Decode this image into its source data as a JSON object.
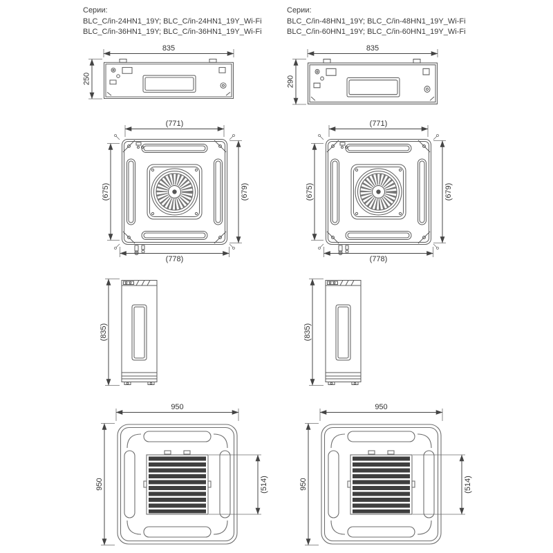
{
  "columns": [
    {
      "header": {
        "label": "Серии:",
        "line1": "BLC_C/in-24HN1_19Y; BLC_C/in-24HN1_19Y_Wi-Fi",
        "line2": "BLC_C/in-36HN1_19Y; BLC_C/in-36HN1_19Y_Wi-Fi"
      },
      "dims": {
        "body_width": "835",
        "body_height": "250",
        "cassette_width_top": "(771)",
        "cassette_height_left": "(675)",
        "cassette_height_right": "(679)",
        "cassette_width_bottom": "(778)",
        "side_height": "(835)",
        "panel_width": "950",
        "panel_height": "950",
        "grille_height": "(514)"
      }
    },
    {
      "header": {
        "label": "Серии:",
        "line1": "BLC_C/in-48HN1_19Y; BLC_C/in-48HN1_19Y_Wi-Fi",
        "line2": "BLC_C/in-60HN1_19Y; BLC_C/in-60HN1_19Y_Wi-Fi"
      },
      "dims": {
        "body_width": "835",
        "body_height": "290",
        "cassette_width_top": "(771)",
        "cassette_height_left": "(675)",
        "cassette_height_right": "(679)",
        "cassette_width_bottom": "(778)",
        "side_height": "(835)",
        "panel_width": "950",
        "panel_height": "950",
        "grille_height": "(514)"
      }
    }
  ]
}
